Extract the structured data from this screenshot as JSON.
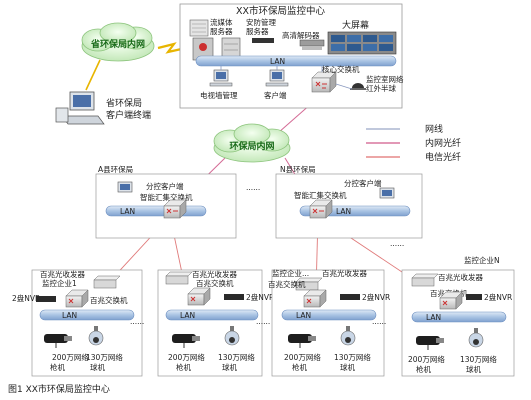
{
  "center": {
    "title": "XX市环保局监控中心",
    "streaming_server": [
      "流媒体",
      "服务器"
    ],
    "security_server": [
      "安防管理",
      "服务器"
    ],
    "hd_decoder": "高清解码器",
    "big_screen": "大屏幕",
    "lan": "LAN",
    "tv_wall_mgmt": "电视墙管理",
    "client": "客户端",
    "core_switch": "核心交换机",
    "monitor_room_camera": [
      "监控室网络",
      "红外半球"
    ]
  },
  "inner_net_cloud_top": "省环保局内网",
  "province_terminal": [
    "省环保局",
    "客户端终端"
  ],
  "inner_net_cloud_mid": "环保局内网",
  "legend": [
    {
      "label": "网线",
      "color": "#9aa8c8"
    },
    {
      "label": "内网光纤",
      "color": "#d05a8a"
    },
    {
      "label": "电信光纤",
      "color": "#e07070"
    }
  ],
  "county_a": {
    "title": "A县环保局",
    "client": "分控客户端",
    "switch": "智能汇集交换机",
    "lan": "LAN"
  },
  "ellipsis_mid": "......",
  "county_n": {
    "title": "N县环保局",
    "client": "分控客户端",
    "switch": "智能汇集交换机",
    "lan": "LAN"
  },
  "enterprise_1": {
    "title": "监控企业1",
    "transceiver": "百兆光收发器",
    "switch": "百兆交换机",
    "nvr": "2盘NVR",
    "lan": "LAN",
    "cam_gun": [
      "200万网络",
      "枪机"
    ],
    "cam_dome": [
      "130万网络",
      "球机"
    ],
    "ellipsis": "......"
  },
  "enterprise_2": {
    "title": "",
    "transceiver": "百兆光收发器",
    "switch": "百兆交换机",
    "nvr": "2盘NVR",
    "lan": "LAN",
    "cam_gun": [
      "200万网络",
      "枪机"
    ],
    "cam_dome": [
      "130万网络",
      "球机"
    ],
    "ellipsis": "......"
  },
  "enterprise_3": {
    "title": "监控企业...",
    "transceiver": "百兆光收发器",
    "switch": "百兆交换机",
    "nvr": "2盘NVR",
    "lan": "LAN",
    "cam_gun": [
      "200万网络",
      "枪机"
    ],
    "cam_dome": [
      "130万网络",
      "球机"
    ],
    "ellipsis": "......"
  },
  "enterprise_n": {
    "title": "监控企业N",
    "transceiver": "百兆光收发器",
    "switch": "百兆交换机",
    "nvr": "2盘NVR",
    "lan": "LAN",
    "cam_gun": [
      "200万网络",
      "枪机"
    ],
    "cam_dome": [
      "130万网络",
      "球机"
    ]
  },
  "ellipsis_bottom": "......",
  "caption": "图1   XX市环保局监控中心"
}
